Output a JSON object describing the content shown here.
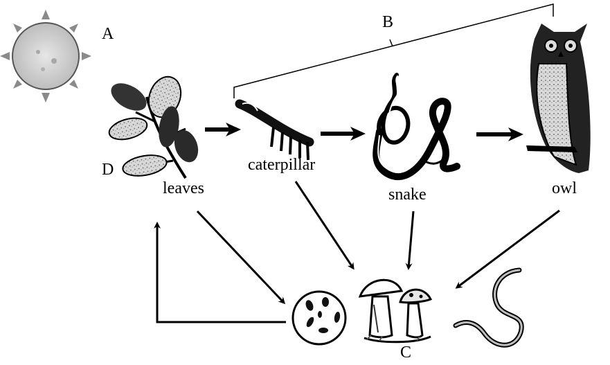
{
  "labels": {
    "a": "A",
    "b": "B",
    "c": "C",
    "d": "D"
  },
  "organisms": {
    "leaves": "leaves",
    "caterpillar": "caterpillar",
    "snake": "snake",
    "owl": "owl"
  },
  "icons": {
    "sun": "sun-icon",
    "leaves": "leaf-branch-icon",
    "caterpillar": "caterpillar-icon",
    "snake": "snake-icon",
    "owl": "owl-icon",
    "bacteria": "bacteria-icon",
    "mushrooms": "mushroom-icon",
    "worm": "worm-icon"
  },
  "colors": {
    "ink": "#000000",
    "sun_fill": "#c8c8c8",
    "sun_ray": "#8a8a8a"
  }
}
